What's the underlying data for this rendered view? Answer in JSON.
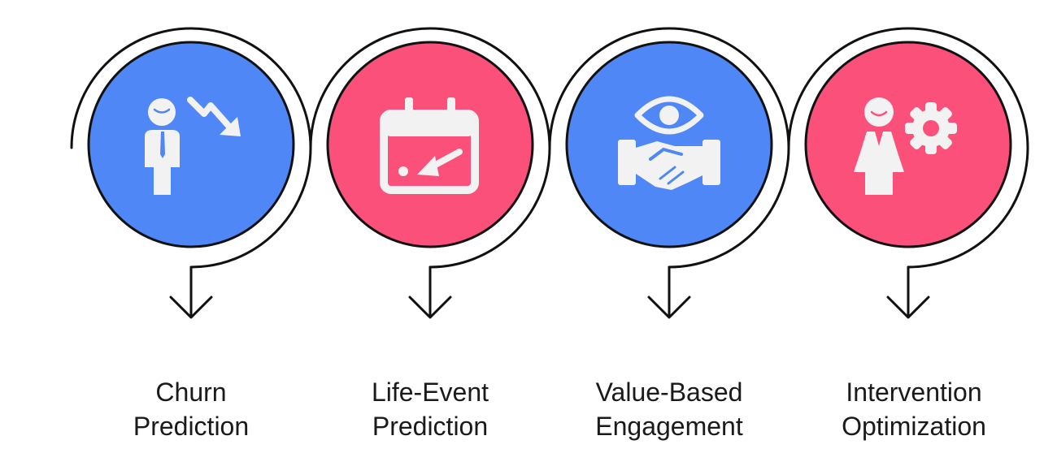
{
  "colors": {
    "blue": "#4f87f7",
    "pink": "#fb5079",
    "icon": "#f2f2f2",
    "stroke": "#111111"
  },
  "steps": [
    {
      "label_line1": "Churn",
      "label_line2": "Prediction",
      "color": "#4f87f7",
      "icon": "person-trend-down-icon"
    },
    {
      "label_line1": "Life-Event",
      "label_line2": "Prediction",
      "color": "#fb5079",
      "icon": "calendar-arrow-icon"
    },
    {
      "label_line1": "Value-Based",
      "label_line2": "Engagement",
      "color": "#4f87f7",
      "icon": "eye-handshake-icon"
    },
    {
      "label_line1": "Intervention",
      "label_line2": "Optimization",
      "color": "#fb5079",
      "icon": "woman-gear-icon"
    }
  ]
}
